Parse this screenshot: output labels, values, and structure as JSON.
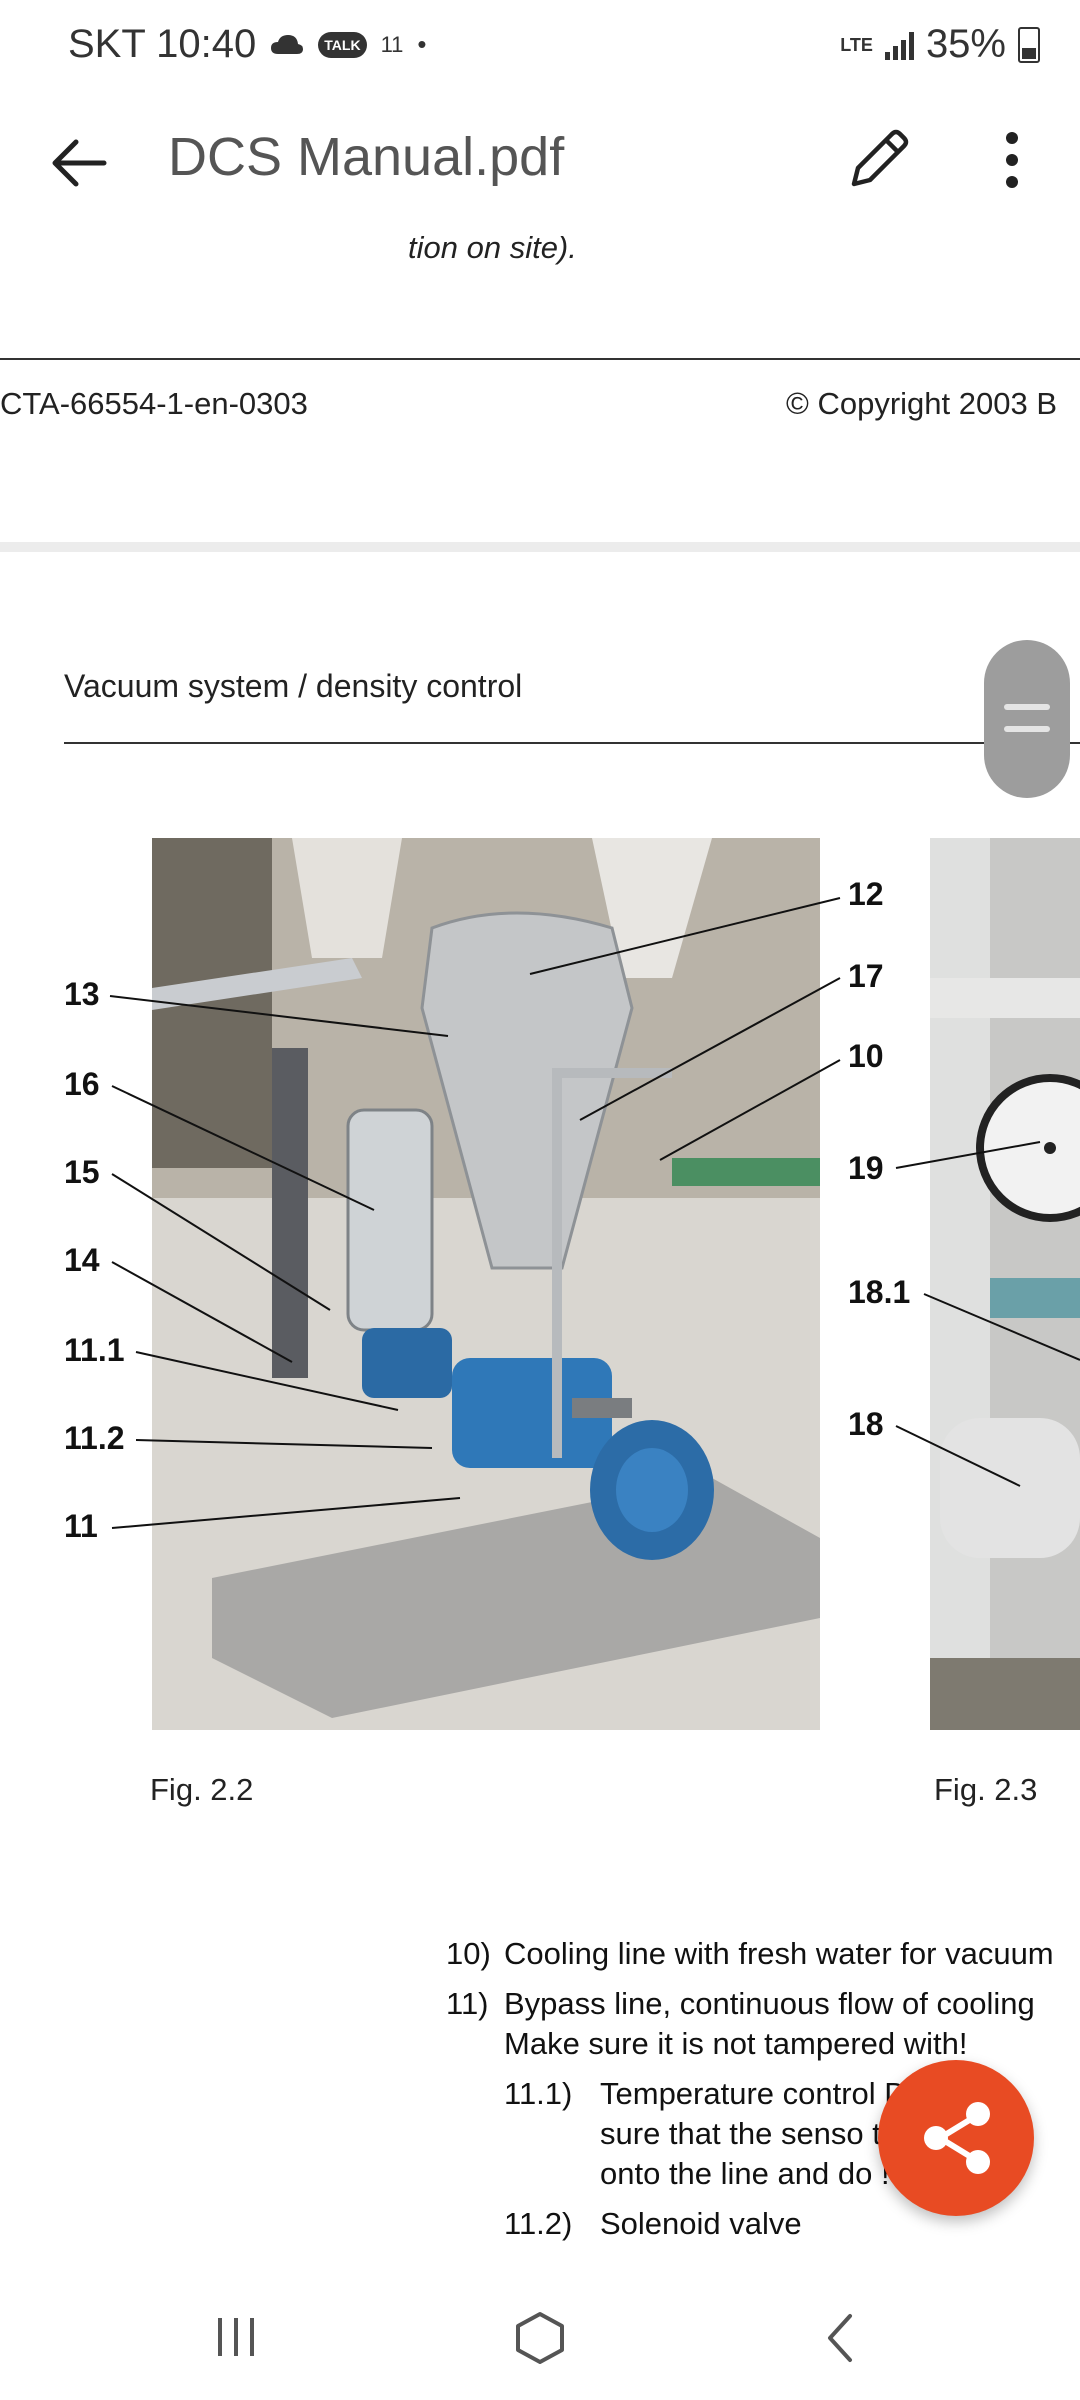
{
  "status": {
    "carrier_time": "SKT 10:40",
    "talk_badge": "TALK",
    "extra": "11",
    "dot": "•",
    "network": "LTE",
    "battery": "35%"
  },
  "appbar": {
    "title": "DCS Manual.pdf"
  },
  "page1": {
    "tail_text": "tion on site).",
    "doc_id": "CTA-66554-1-en-0303",
    "copyright": "© Copyright 2003 B"
  },
  "page2": {
    "section_title": "Vacuum system / density control",
    "callouts_left": [
      "13",
      "16",
      "15",
      "14",
      "11.1",
      "11.2",
      "11"
    ],
    "callouts_right": [
      "12",
      "17",
      "10"
    ],
    "callouts_fig3": [
      "19",
      "18.1",
      "18"
    ],
    "fig_a": "Fig. 2.2",
    "fig_b": "Fig. 2.3",
    "list": [
      {
        "num": "10)",
        "text": "Cooling line with fresh water for vacuum"
      },
      {
        "num": "11)",
        "text": "Bypass line, continuous flow of cooling"
      },
      {
        "num": "",
        "text": "Make sure it is not tampered with!"
      },
      {
        "num": "11.1)",
        "text": "Temperature control       Danf"
      },
      {
        "num": "",
        "text": "sure that the senso          t da"
      },
      {
        "num": "",
        "text": "onto the line and do           !"
      },
      {
        "num": "11.2)",
        "text": "Solenoid valve"
      }
    ]
  },
  "icons": {
    "back": "arrow-left-icon",
    "edit": "pencil-icon",
    "more": "more-vert-icon",
    "share": "share-icon",
    "scroll": "scroll-handle-icon"
  },
  "colors": {
    "fab": "#e84b23",
    "scroll_handle": "#9d9d9d"
  }
}
